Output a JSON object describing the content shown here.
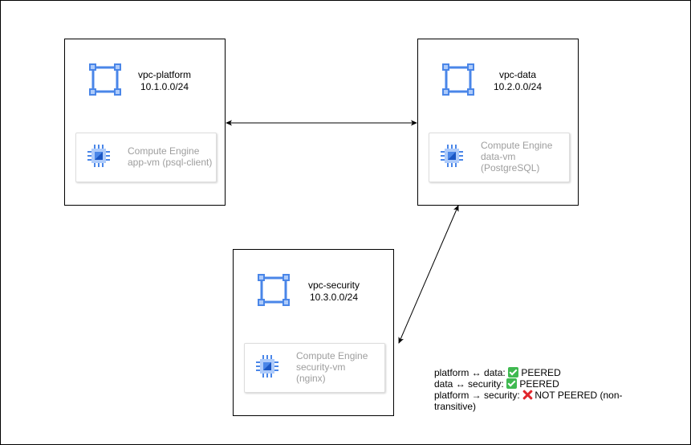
{
  "vpcs": [
    {
      "name": "vpc-platform",
      "cidr": "10.1.0.0/24",
      "vm_service": "Compute Engine",
      "vm_lines": [
        "app-vm (psql-client)"
      ]
    },
    {
      "name": "vpc-data",
      "cidr": "10.2.0.0/24",
      "vm_service": "Compute Engine",
      "vm_lines": [
        "data-vm",
        "(PostgreSQL)"
      ]
    },
    {
      "name": "vpc-security",
      "cidr": "10.3.0.0/24",
      "vm_service": "Compute Engine",
      "vm_lines": [
        "security-vm",
        "(nginx)"
      ]
    }
  ],
  "connections": [
    {
      "from": "vpc-platform",
      "to": "vpc-data",
      "direction": "bidirectional"
    },
    {
      "from": "vpc-data",
      "to": "vpc-security",
      "direction": "bidirectional"
    }
  ],
  "legend": [
    {
      "prefix": "platform ↔ data: ",
      "icon": "check-mark-icon",
      "status": " PEERED"
    },
    {
      "prefix": "data ↔ security: ",
      "icon": "check-mark-icon",
      "status": " PEERED"
    },
    {
      "prefix": "platform → security: ",
      "icon": "cross-mark-icon",
      "status": " NOT PEERED (non-",
      "status_cont": "transitive)"
    }
  ],
  "colors": {
    "icon_blue": "#4a86e8",
    "icon_light": "#aecbfa",
    "muted_text": "#9e9e9e",
    "check": "#3fb950",
    "cross": "#e0262c"
  }
}
